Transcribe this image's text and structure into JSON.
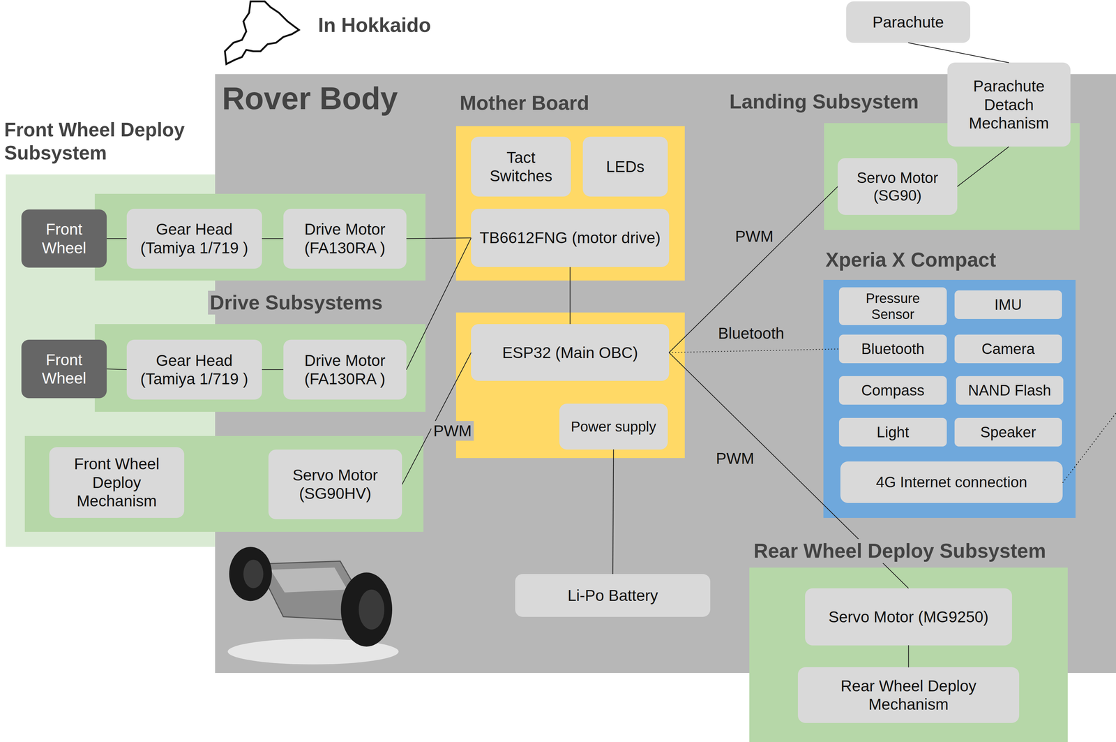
{
  "diagram": {
    "nodes": [
      {
        "text": [
          "Rover Body"
        ]
      },
      {
        "text": [
          "Front Wheel Deploy Subsystem"
        ]
      },
      {
        "text": [
          "Drive Subsystems"
        ]
      },
      {
        "text": [
          "Front Wheel"
        ],
        "in": 2
      },
      {
        "text": [
          "Gear Head (Tamiya 1/719 )"
        ],
        "in": 2
      },
      {
        "text": [
          "Drive Motor (FA130RA )"
        ],
        "in": 2
      },
      {
        "text": [
          "Front Wheel"
        ],
        "in": 2
      },
      {
        "text": [
          "Gear Head (Tamiya 1/719 )"
        ],
        "in": 2
      },
      {
        "text": [
          "Drive Motor (FA130RA )"
        ],
        "in": 2
      },
      {
        "text": [
          "Front Wheel Deploy Mechanism"
        ],
        "in": 1
      },
      {
        "text": [
          "Servo Motor (SG90HV)"
        ],
        "in": 1
      },
      {
        "text": [
          "Mother Board"
        ],
        "in": 0
      },
      {
        "text": [
          "Tact Switches"
        ],
        "in": 11
      },
      {
        "text": [
          "LEDs"
        ],
        "in": 11
      },
      {
        "text": [
          "TB6612FNG (motor drive)"
        ],
        "in": 11
      },
      {
        "text": [
          "ESP32 (Main OBC)"
        ],
        "in": 11
      },
      {
        "text": [
          "Power supply"
        ],
        "in": 11
      },
      {
        "text": [
          "Li-Po Battery"
        ],
        "in": 0
      },
      {
        "text": [
          "Parachute"
        ]
      },
      {
        "text": [
          "Parachute Detach Mechanism"
        ]
      },
      {
        "text": [
          "Landing Subsystem"
        ],
        "in": 0
      },
      {
        "text": [
          "Servo Motor (SG90)"
        ],
        "in": 20
      },
      {
        "text": [
          "Xperia X Compact"
        ],
        "in": 0
      },
      {
        "text": [
          "Pressure Sensor"
        ],
        "in": 22
      },
      {
        "text": [
          "IMU"
        ],
        "in": 22
      },
      {
        "text": [
          "Bluetooth"
        ],
        "in": 22
      },
      {
        "text": [
          "Camera"
        ],
        "in": 22
      },
      {
        "text": [
          "Compass"
        ],
        "in": 22
      },
      {
        "text": [
          "NAND Flash"
        ],
        "in": 22
      },
      {
        "text": [
          "Light"
        ],
        "in": 22
      },
      {
        "text": [
          "Speaker"
        ],
        "in": 22
      },
      {
        "text": [
          "4G Internet connection"
        ],
        "in": 22
      },
      {
        "text": [
          "Rear Wheel Deploy Subsystem"
        ]
      },
      {
        "text": [
          "Servo Motor (MG9250)"
        ],
        "in": 32
      },
      {
        "text": [
          "Rear Wheel Deploy Mechanism"
        ],
        "in": 32
      }
    ],
    "edges": [
      {
        "from": 3,
        "to": 4,
        "arrow": "none"
      },
      {
        "from": 4,
        "to": 5,
        "arrow": "none"
      },
      {
        "from": 5,
        "to": 14,
        "arrow": "none"
      },
      {
        "from": 6,
        "to": 7,
        "arrow": "none"
      },
      {
        "from": 7,
        "to": 8,
        "arrow": "none"
      },
      {
        "from": 8,
        "to": 14,
        "arrow": "none"
      },
      {
        "from": 14,
        "to": 15,
        "arrow": "none"
      },
      {
        "from": 15,
        "to": 10,
        "label": "PWM",
        "arrow": "none"
      },
      {
        "from": 15,
        "to": 21,
        "label": "PWM",
        "arrow": "none"
      },
      {
        "from": 15,
        "to": 25,
        "label": "Bluetooth",
        "arrow": "none"
      },
      {
        "from": 15,
        "to": 33,
        "label": "PWM",
        "arrow": "none"
      },
      {
        "from": 16,
        "to": 17,
        "arrow": "none"
      },
      {
        "from": 18,
        "to": 19,
        "arrow": "none"
      },
      {
        "from": 19,
        "to": 21,
        "arrow": "none"
      },
      {
        "from": 33,
        "to": 34,
        "arrow": "none"
      }
    ],
    "labels": [
      "In Hokkaido"
    ]
  }
}
